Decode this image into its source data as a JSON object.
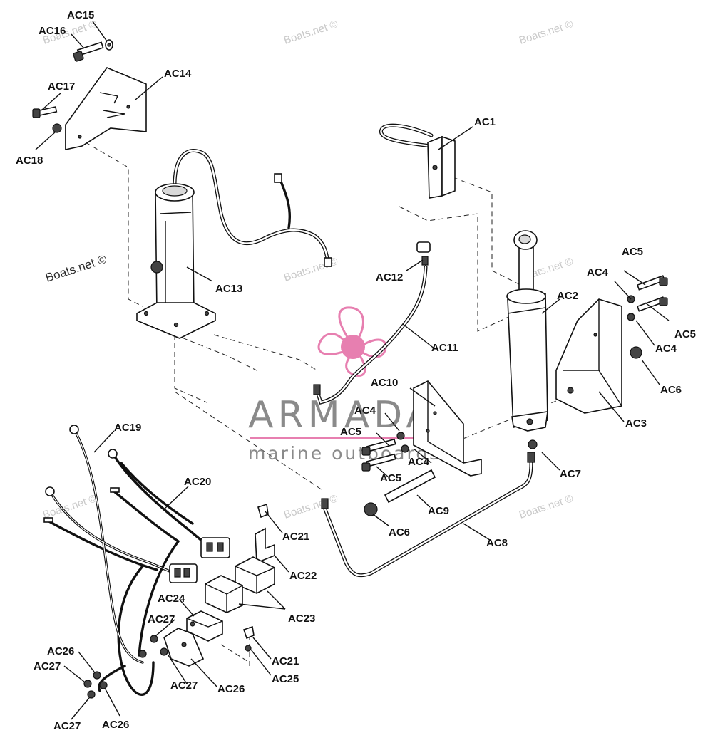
{
  "watermarks": {
    "site_mark": "Boats.net ©"
  },
  "brand": {
    "name": "ARMADA",
    "tagline": "marine outboards",
    "accent_color": "#e77fb0",
    "text_color": "#8a8a8a"
  },
  "labels": {
    "ac1": "AC1",
    "ac2": "AC2",
    "ac3": "AC3",
    "ac4": "AC4",
    "ac5": "AC5",
    "ac6": "AC6",
    "ac7": "AC7",
    "ac8": "AC8",
    "ac9": "AC9",
    "ac10": "AC10",
    "ac11": "AC11",
    "ac12": "AC12",
    "ac13": "AC13",
    "ac14": "AC14",
    "ac15": "AC15",
    "ac16": "AC16",
    "ac17": "AC17",
    "ac18": "AC18",
    "ac19": "AC19",
    "ac20": "AC20",
    "ac21": "AC21",
    "ac22": "AC22",
    "ac23": "AC23",
    "ac24": "AC24",
    "ac25": "AC25",
    "ac26": "AC26",
    "ac27": "AC27"
  }
}
